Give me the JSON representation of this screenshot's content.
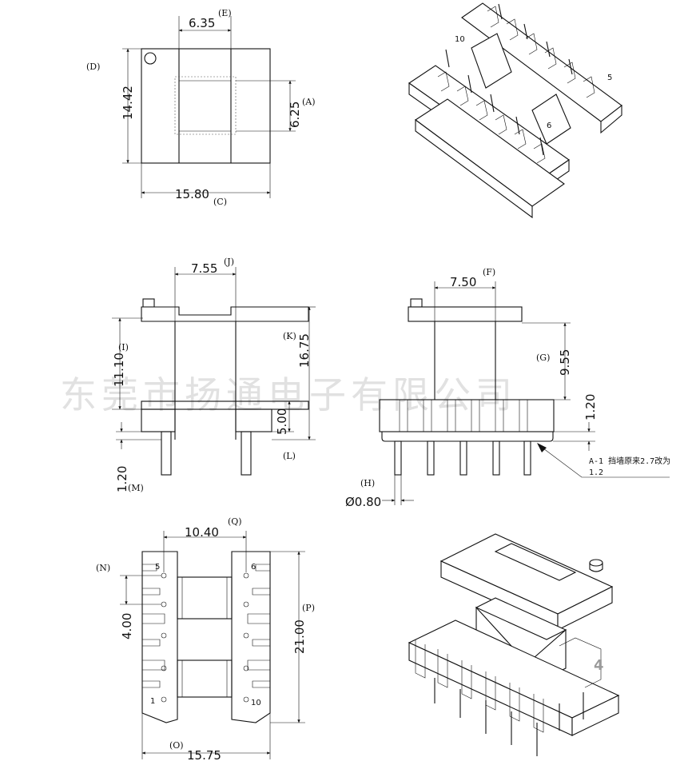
{
  "watermark": "东莞市扬通电子有限公司",
  "views": {
    "top": {
      "dims": {
        "e": "6.35",
        "a": "6.25",
        "d": "14.42",
        "c": "15.80"
      },
      "tags": {
        "e": "(E)",
        "a": "(A)",
        "d": "(D)",
        "c": "(C)"
      }
    },
    "iso_top": {
      "pins": [
        "10",
        "5",
        "6"
      ]
    },
    "front": {
      "dims": {
        "j": "7.55",
        "i": "11.10",
        "k": "16.75",
        "l": "5.00",
        "m": "1.20"
      },
      "tags": {
        "j": "(J)",
        "i": "(I)",
        "k": "(K)",
        "l": "(L)",
        "m": "(M)"
      }
    },
    "side": {
      "dims": {
        "f": "7.50",
        "g": "9.55",
        "g2": "1.20",
        "h": "Ø0.80"
      },
      "tags": {
        "f": "(F)",
        "g": "(G)",
        "h": "(H)"
      },
      "note_line1": "A-1 挡墙原来2.7改为",
      "note_line2": "1.2"
    },
    "bottom": {
      "dims": {
        "q": "10.40",
        "n": "4.00",
        "p": "21.00",
        "o": "15.75"
      },
      "tags": {
        "q": "(Q)",
        "n": "(N)",
        "p": "(P)",
        "o": "(O)"
      },
      "pins": [
        "5",
        "6",
        "1",
        "10"
      ]
    },
    "iso_bottom": {
      "label": "4"
    }
  }
}
